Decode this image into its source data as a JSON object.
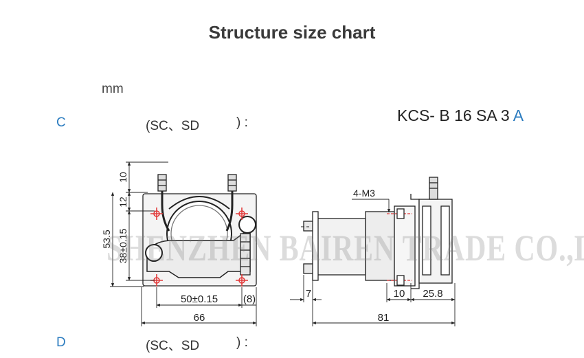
{
  "title": "Structure size chart",
  "unit": "mm",
  "model": {
    "prefix": "KCS- B 16 SA 3 ",
    "suffix": "A",
    "accent_color": "#2a7bbf"
  },
  "sections": {
    "c": {
      "letter": "C",
      "paren": "(SC、SD",
      "close": ")  :"
    },
    "d": {
      "letter": "D",
      "paren": "(SC、SD",
      "close": ")  :"
    }
  },
  "dimensions": {
    "d10": "10",
    "d12": "12",
    "d53_5": "53.5",
    "d38": "38±0.15",
    "d50": "50±0.15",
    "d8": "(8)",
    "d66": "66",
    "m3": "4-M3",
    "d7": "7",
    "d10b": "10",
    "d25_8": "25.8",
    "d81": "81"
  },
  "watermark": "SHENZHEN BAIREN TRADE CO.,LIMITED"
}
